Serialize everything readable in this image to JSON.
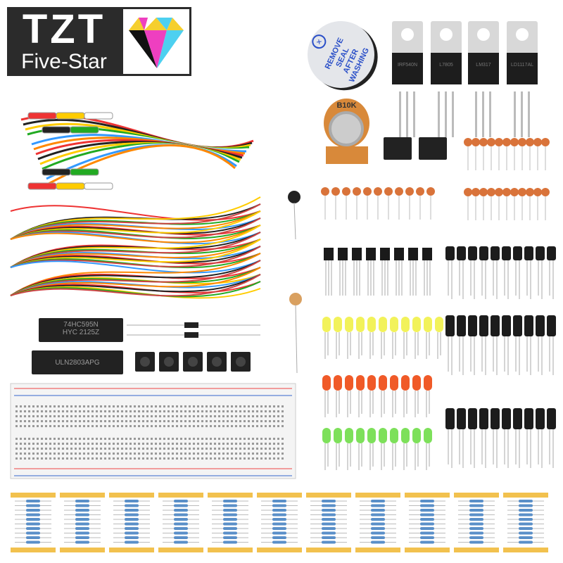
{
  "logo": {
    "brand": "TZT",
    "subtitle": "Five-Star"
  },
  "buzzer": {
    "label": "REMOVE SEAL AFTER WASHING"
  },
  "regulators": [
    {
      "label": "IRF540N"
    },
    {
      "label": "L7805"
    },
    {
      "label": "LM317"
    },
    {
      "label": "LD1117AL"
    }
  ],
  "potentiometer": {
    "label": "B10K"
  },
  "ics": [
    {
      "line1": "74HC595N",
      "line2": "HYC 2125Z"
    },
    {
      "line1": "ULN2803APG",
      "line2": ""
    }
  ],
  "colors": {
    "led_yellow": "#f2f25a",
    "led_red": "#f05a28",
    "led_green": "#7de05a",
    "ceramic_cap": "#d9733a",
    "resistor_tape": "#f2c14e"
  }
}
